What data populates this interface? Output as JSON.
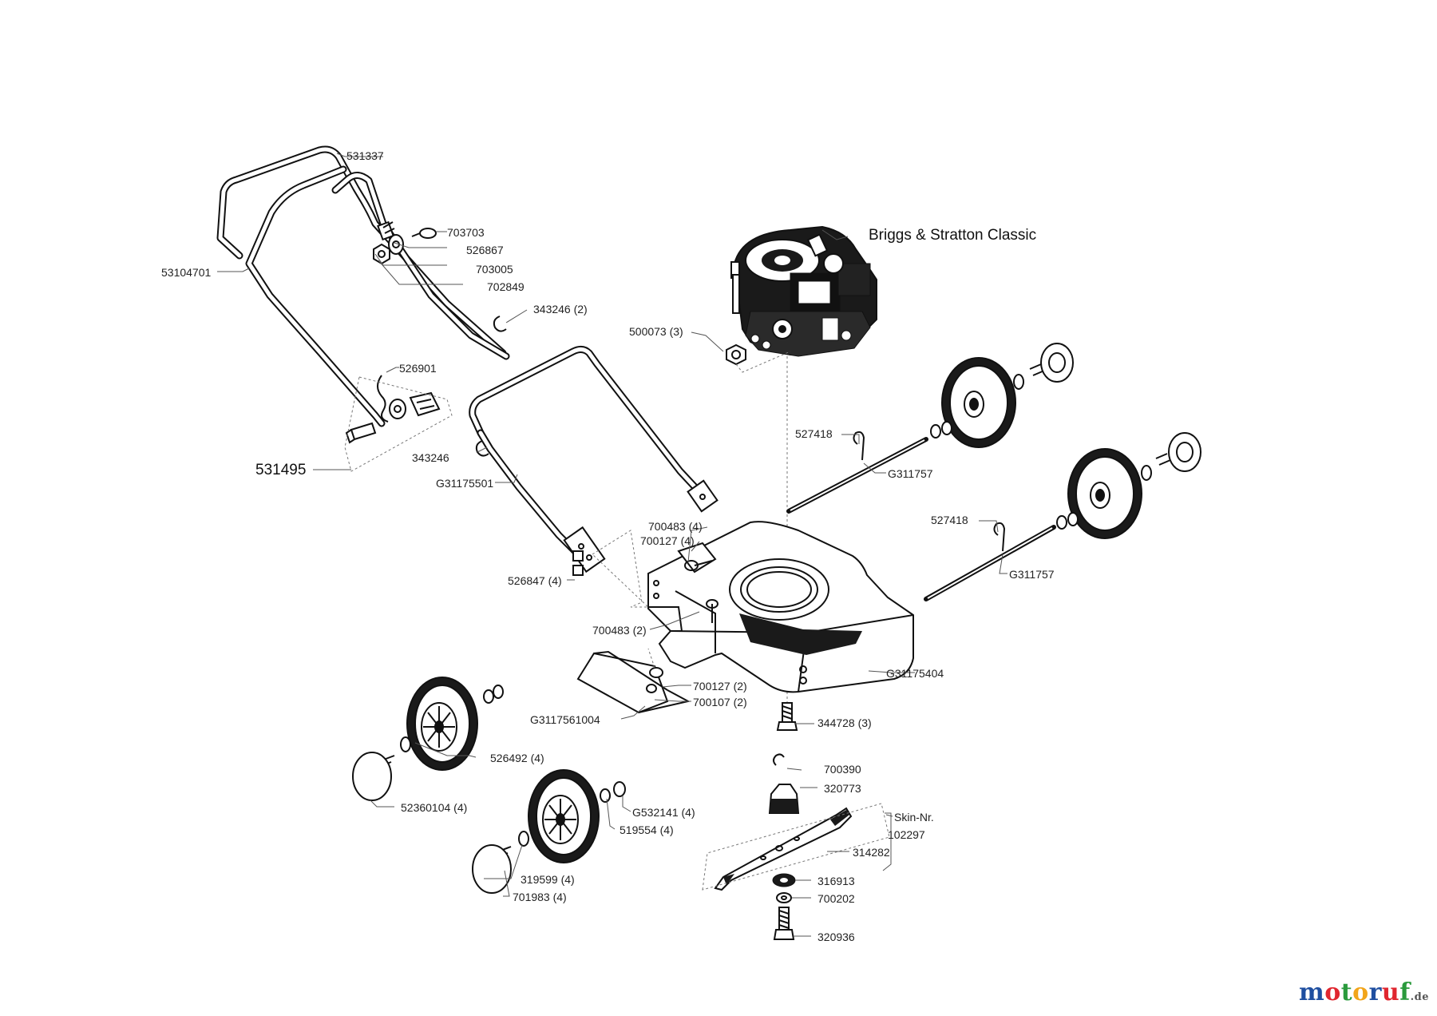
{
  "engine": {
    "title": "Briggs & Stratton Classic"
  },
  "callouts": [
    {
      "id": "c1",
      "text": "531337"
    },
    {
      "id": "c2",
      "text": "703703"
    },
    {
      "id": "c3",
      "text": "526867"
    },
    {
      "id": "c4",
      "text": "703005"
    },
    {
      "id": "c5",
      "text": "702849"
    },
    {
      "id": "c6",
      "text": "53104701"
    },
    {
      "id": "c7",
      "text": "343246 (2)"
    },
    {
      "id": "c8",
      "text": "526901"
    },
    {
      "id": "c9",
      "text": "531495"
    },
    {
      "id": "c10",
      "text": "343246"
    },
    {
      "id": "c11",
      "text": "G31175501"
    },
    {
      "id": "c12",
      "text": "500073 (3)"
    },
    {
      "id": "c13",
      "text": "527418"
    },
    {
      "id": "c14",
      "text": "G311757"
    },
    {
      "id": "c15",
      "text": "527418"
    },
    {
      "id": "c16",
      "text": "G311757"
    },
    {
      "id": "c17",
      "text": "700483 (4)"
    },
    {
      "id": "c18",
      "text": "700127 (4)"
    },
    {
      "id": "c19",
      "text": "526847 (4)"
    },
    {
      "id": "c20",
      "text": "700483 (2)"
    },
    {
      "id": "c21",
      "text": "G31175404"
    },
    {
      "id": "c22",
      "text": "700127 (2)"
    },
    {
      "id": "c23",
      "text": "700107 (2)"
    },
    {
      "id": "c24",
      "text": "G3117561004"
    },
    {
      "id": "c25",
      "text": "344728 (3)"
    },
    {
      "id": "c26",
      "text": "526492 (4)"
    },
    {
      "id": "c27",
      "text": "700390"
    },
    {
      "id": "c28",
      "text": "320773"
    },
    {
      "id": "c29",
      "text": "52360104 (4)"
    },
    {
      "id": "c30",
      "text": "G532141 (4)"
    },
    {
      "id": "c31",
      "text": "519554 (4)"
    },
    {
      "id": "c32",
      "text": "Skin-Nr."
    },
    {
      "id": "c33",
      "text": "102297"
    },
    {
      "id": "c34",
      "text": "314282"
    },
    {
      "id": "c35",
      "text": "319599 (4)"
    },
    {
      "id": "c36",
      "text": "701983 (4)"
    },
    {
      "id": "c37",
      "text": "316913"
    },
    {
      "id": "c38",
      "text": "700202"
    },
    {
      "id": "c39",
      "text": "320936"
    }
  ],
  "watermark": {
    "letters": [
      "m",
      "o",
      "t",
      "o",
      "r",
      "u",
      "f"
    ],
    "colors": [
      "#1f4fa0",
      "#e0262f",
      "#2a9a3c",
      "#f2a51a",
      "#1f4fa0",
      "#e0262f",
      "#2a9a3c"
    ],
    "suffix": ".de"
  }
}
